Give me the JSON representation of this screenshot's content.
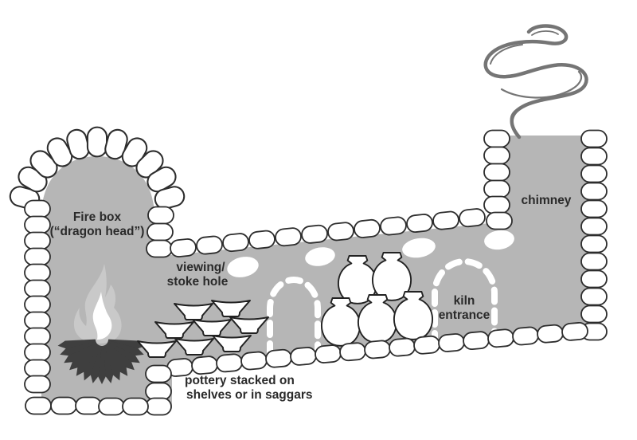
{
  "labels": {
    "firebox_line1": "Fire box",
    "firebox_line2": "(“dragon head”)",
    "viewing_line1": "viewing/",
    "viewing_line2": "stoke hole",
    "pottery_line1": "pottery stacked on",
    "pottery_line2": "shelves or in saggars",
    "entrance_line1": "kiln",
    "entrance_line2": "entrance",
    "chimney": "chimney"
  },
  "colors": {
    "kiln_gray": "#b6b6b6",
    "brick_fill": "#ffffff",
    "brick_stroke": "#2d2d2d",
    "hole_white": "#ffffff",
    "arch_dash_white": "#ffffff",
    "smoke_gray": "#757575",
    "wood_dark": "#3f3f3f",
    "flame_outer": "#c9c9c9",
    "flame_inner": "#ffffff",
    "label_text": "#2a2a2a"
  }
}
